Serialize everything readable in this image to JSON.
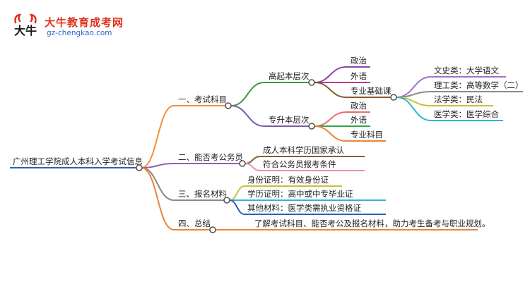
{
  "logo": {
    "mark_text": "大牛",
    "site_name": "大牛教育成考网",
    "url": "gz-chengkao.com"
  },
  "mindmap": {
    "root": "广州理工学院成人本科入学考试信息",
    "branches": [
      {
        "label": "一、考试科目",
        "color": "#f0913a",
        "children": [
          {
            "label": "高起本层次",
            "color": "#3f9a3f",
            "children": [
              {
                "label": "政治",
                "color": "#8e44ad"
              },
              {
                "label": "外语",
                "color": "#c0398e"
              },
              {
                "label": "专业基础课",
                "color": "#8b5a2b",
                "children": [
                  {
                    "label": "文史类：大学语文",
                    "color": "#a56fd1"
                  },
                  {
                    "label": "理工类：高等数学（二）",
                    "color": "#8a8a8a"
                  },
                  {
                    "label": "法学类：民法",
                    "color": "#c9c038"
                  },
                  {
                    "label": "医学类：医学综合",
                    "color": "#2fb7c8"
                  }
                ]
              }
            ]
          },
          {
            "label": "专升本层次",
            "color": "#7a5aa8",
            "children": [
              {
                "label": "政治",
                "color": "#e36f73"
              },
              {
                "label": "外语",
                "color": "#2ea64a"
              },
              {
                "label": "专业科目",
                "color": "#e8843a"
              }
            ]
          }
        ]
      },
      {
        "label": "二、能否考公务员",
        "color": "#9b59b6",
        "children": [
          {
            "label": "成人本科学历国家承认",
            "color": "#8b5a2b"
          },
          {
            "label": "符合公务员报考条件",
            "color": "#e58fb6"
          }
        ]
      },
      {
        "label": "三、报名材料",
        "color": "#8a8a8a",
        "children": [
          {
            "label": "身份证明：有效身份证",
            "color": "#c9c038"
          },
          {
            "label": "学历证明：高中或中专毕业证",
            "color": "#2fb7c8"
          },
          {
            "label": "其他材料：医学类需执业资格证",
            "color": "#2e5fb8"
          }
        ]
      },
      {
        "label": "四、总结",
        "color": "#e8843a",
        "children": [
          {
            "label": "了解考试科目、能否考公及报名材料，助力考生备考与职业规划。",
            "color": "#e8843a"
          }
        ]
      }
    ],
    "root_color": "#2e5fb8"
  }
}
